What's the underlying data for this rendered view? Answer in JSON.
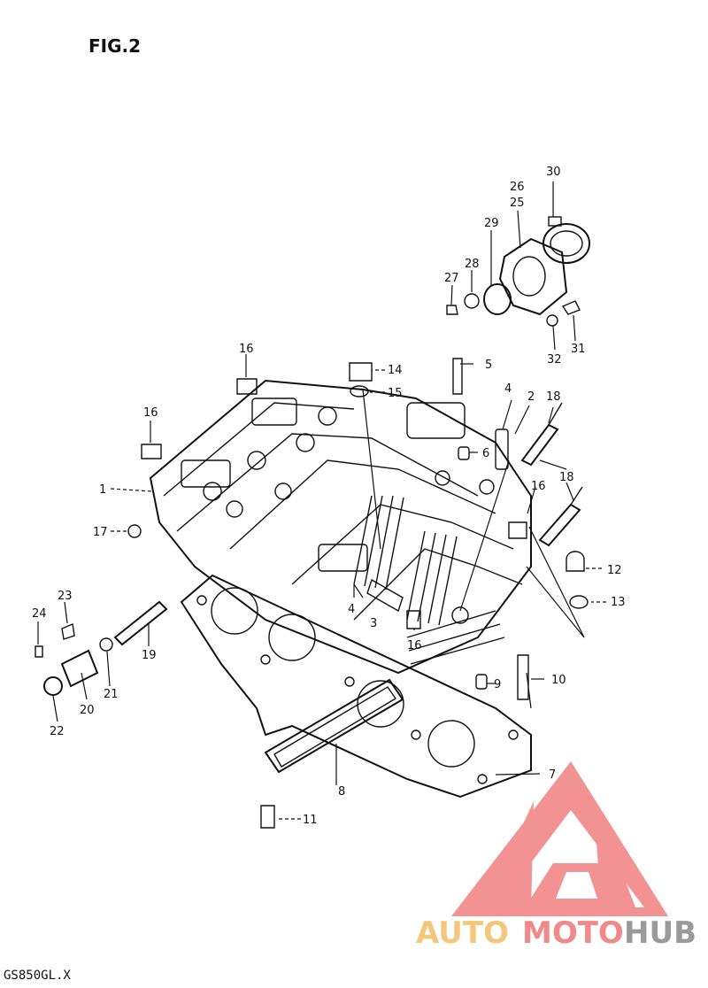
{
  "figure": {
    "title": "FIG.2",
    "model_code": "GS850GL.X"
  },
  "watermark": {
    "text_a": "AUTO",
    "text_b": "MOTO",
    "text_c": "HUB",
    "color_a": "#f4c77a",
    "color_b": "#f08a8a",
    "color_c": "#9a9a9a",
    "logo_color": "#f08080"
  },
  "callouts": [
    "1",
    "2",
    "3",
    "4",
    "4",
    "5",
    "6",
    "7",
    "8",
    "9",
    "10",
    "11",
    "12",
    "13",
    "14",
    "15",
    "16",
    "16",
    "16",
    "16",
    "17",
    "18",
    "18",
    "19",
    "20",
    "21",
    "22",
    "23",
    "24",
    "25",
    "26",
    "27",
    "28",
    "29",
    "30",
    "31",
    "32"
  ]
}
